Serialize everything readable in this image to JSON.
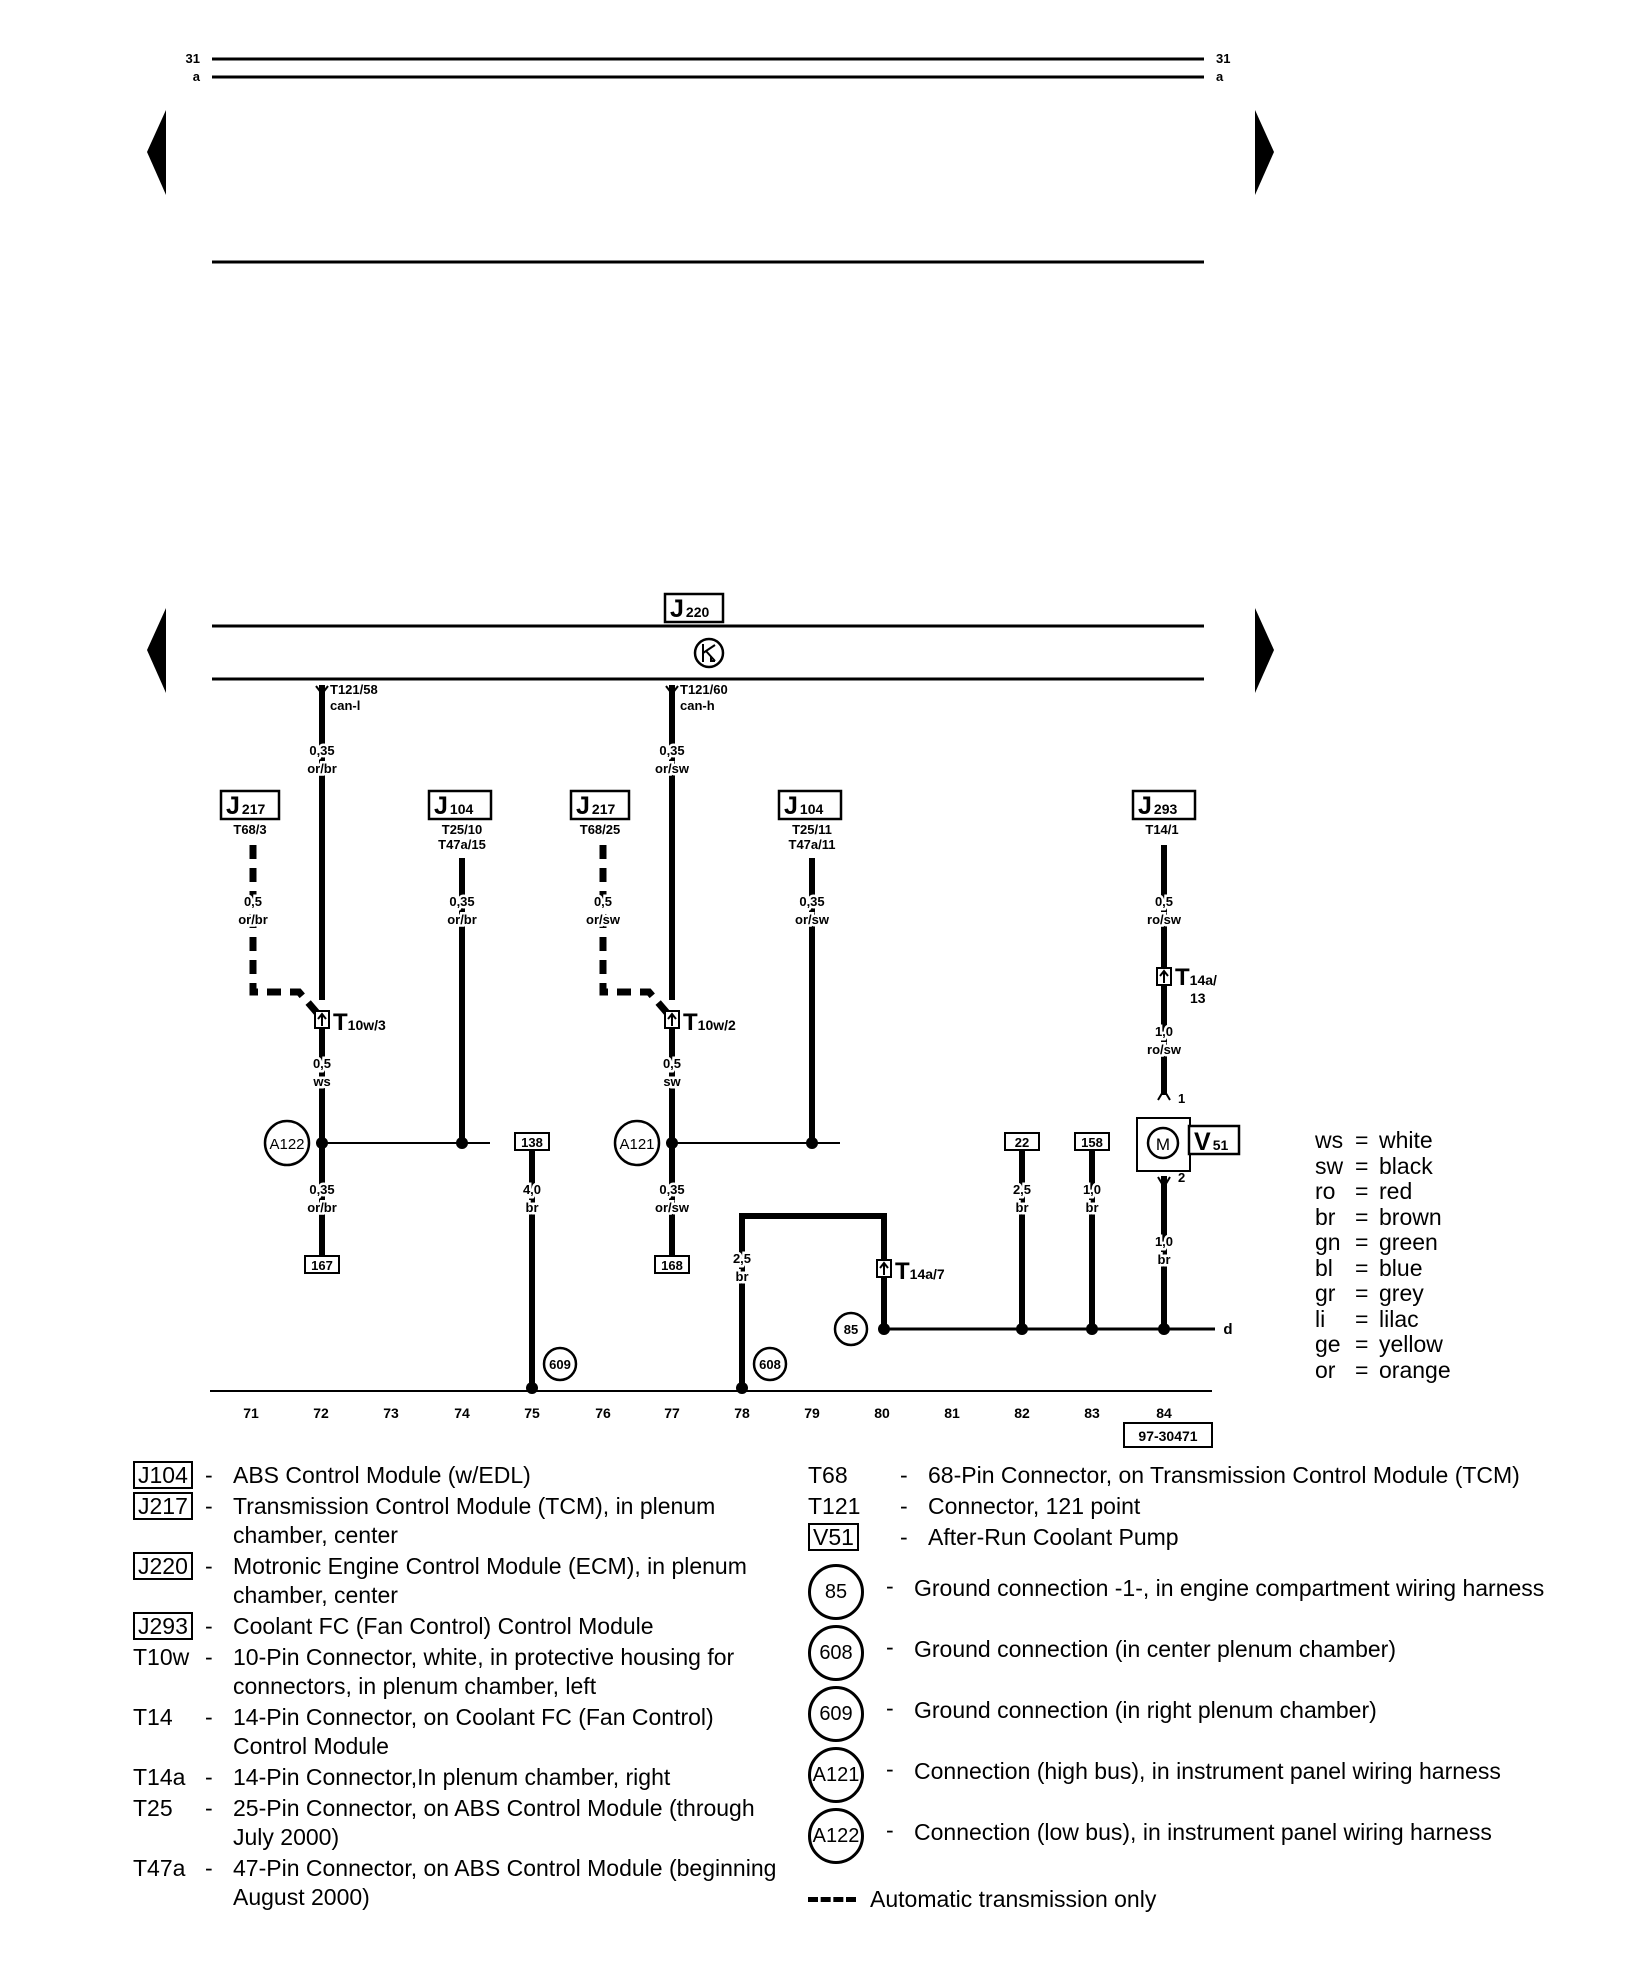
{
  "top_rail": {
    "upper_left": "31",
    "lower_left": "a",
    "upper_right": "31",
    "lower_right": "a"
  },
  "ecm": {
    "code": "J",
    "sub": "220"
  },
  "components": {
    "j217_a": {
      "code": "J",
      "sub": "217",
      "pin": "T68/3"
    },
    "j104_a": {
      "code": "J",
      "sub": "104",
      "pin1": "T25/10",
      "pin2": "T47a/15"
    },
    "j217_b": {
      "code": "J",
      "sub": "217",
      "pin": "T68/25"
    },
    "j104_b": {
      "code": "J",
      "sub": "104",
      "pin1": "T25/11",
      "pin2": "T47a/11"
    },
    "j293": {
      "code": "J",
      "sub": "293",
      "pin": "T14/1"
    },
    "v51": {
      "code": "V",
      "sub": "51",
      "symbol": "M",
      "pin1": "1",
      "pin2": "2"
    }
  },
  "wires": {
    "w72_top": {
      "pin": "T121/58",
      "signal": "can-l",
      "size": "0,35",
      "color": "or/br"
    },
    "w77_top": {
      "pin": "T121/60",
      "signal": "can-h",
      "size": "0,35",
      "color": "or/sw"
    },
    "w71": {
      "size": "0,5",
      "color": "or/br"
    },
    "w74": {
      "size": "0,35",
      "color": "or/br"
    },
    "w76": {
      "size": "0,5",
      "color": "or/sw"
    },
    "w79": {
      "size": "0,35",
      "color": "or/sw"
    },
    "w84_top": {
      "size": "0,5",
      "color": "ro/sw"
    },
    "w84_mid": {
      "size": "1,0",
      "color": "ro/sw"
    },
    "w72_mid": {
      "size": "0,5",
      "color": "ws"
    },
    "w77_mid": {
      "size": "0,5",
      "color": "sw"
    },
    "w72_bot": {
      "size": "0,35",
      "color": "or/br"
    },
    "w77_bot": {
      "size": "0,35",
      "color": "or/sw"
    },
    "w75": {
      "size": "4,0",
      "color": "br"
    },
    "w78": {
      "size": "2,5",
      "color": "br"
    },
    "w82": {
      "size": "2,5",
      "color": "br"
    },
    "w83": {
      "size": "1,0",
      "color": "br"
    },
    "w84_bot": {
      "size": "1,0",
      "color": "br"
    }
  },
  "connectors": {
    "t10w3": {
      "main": "T",
      "sub": "10w/3"
    },
    "t10w2": {
      "main": "T",
      "sub": "10w/2"
    },
    "t14a13": {
      "main": "T",
      "sub": "14a/",
      "extra": "13"
    },
    "t14a7": {
      "main": "T",
      "sub": "14a/7"
    }
  },
  "splices": {
    "a122": "A122",
    "a121": "A121"
  },
  "refs": {
    "r138": "138",
    "r167": "167",
    "r168": "168",
    "r22": "22",
    "r158": "158"
  },
  "grounds": {
    "g609": "609",
    "g608": "608",
    "g85": "85"
  },
  "d_label": "d",
  "tracks": [
    "71",
    "72",
    "73",
    "74",
    "75",
    "76",
    "77",
    "78",
    "79",
    "80",
    "81",
    "82",
    "83",
    "84"
  ],
  "figure_id": "97-30471",
  "wire_colors": [
    {
      "code": "ws",
      "name": "white"
    },
    {
      "code": "sw",
      "name": "black"
    },
    {
      "code": "ro",
      "name": "red"
    },
    {
      "code": "br",
      "name": "brown"
    },
    {
      "code": "gn",
      "name": "green"
    },
    {
      "code": "bl",
      "name": "blue"
    },
    {
      "code": "gr",
      "name": "grey"
    },
    {
      "code": "li",
      "name": "lilac"
    },
    {
      "code": "ge",
      "name": "yellow"
    },
    {
      "code": "or",
      "name": "orange"
    }
  ],
  "legend_left": [
    {
      "code": "J104",
      "boxed": true,
      "desc": "ABS Control Module (w/EDL)"
    },
    {
      "code": "J217",
      "boxed": true,
      "desc": "Transmission Control Module (TCM), in plenum chamber, center"
    },
    {
      "code": "J220",
      "boxed": true,
      "desc": "Motronic Engine Control Module (ECM), in plenum chamber, center"
    },
    {
      "code": "J293",
      "boxed": true,
      "desc": "Coolant FC (Fan Control) Control Module"
    },
    {
      "code": "T10w",
      "boxed": false,
      "desc": "10-Pin Connector, white, in protective housing for connectors, in plenum chamber, left"
    },
    {
      "code": "T14",
      "boxed": false,
      "desc": "14-Pin Connector, on Coolant FC (Fan Control) Control Module"
    },
    {
      "code": "T14a",
      "boxed": false,
      "desc": "14-Pin Connector,In plenum chamber, right"
    },
    {
      "code": "T25",
      "boxed": false,
      "desc": "25-Pin Connector, on ABS Control Module (through July 2000)"
    },
    {
      "code": "T47a",
      "boxed": false,
      "desc": "47-Pin Connector, on ABS Control Module (beginning August 2000)"
    }
  ],
  "legend_right": [
    {
      "code": "T68",
      "boxed": false,
      "desc": "68-Pin Connector, on Transmission Control Module (TCM)"
    },
    {
      "code": "T121",
      "boxed": false,
      "desc": "Connector, 121 point"
    },
    {
      "code": "V51",
      "boxed": true,
      "desc": "After-Run Coolant Pump"
    }
  ],
  "legend_circles": [
    {
      "code": "85",
      "desc": "Ground connection -1-, in engine compartment wiring harness"
    },
    {
      "code": "608",
      "desc": "Ground connection (in center plenum chamber)"
    },
    {
      "code": "609",
      "desc": "Ground connection (in right plenum chamber)"
    },
    {
      "code": "A121",
      "desc": "Connection (high bus), in instrument panel wiring harness"
    },
    {
      "code": "A122",
      "desc": "Connection (low bus), in instrument panel wiring harness"
    }
  ],
  "legend_auto": "Automatic transmission only"
}
